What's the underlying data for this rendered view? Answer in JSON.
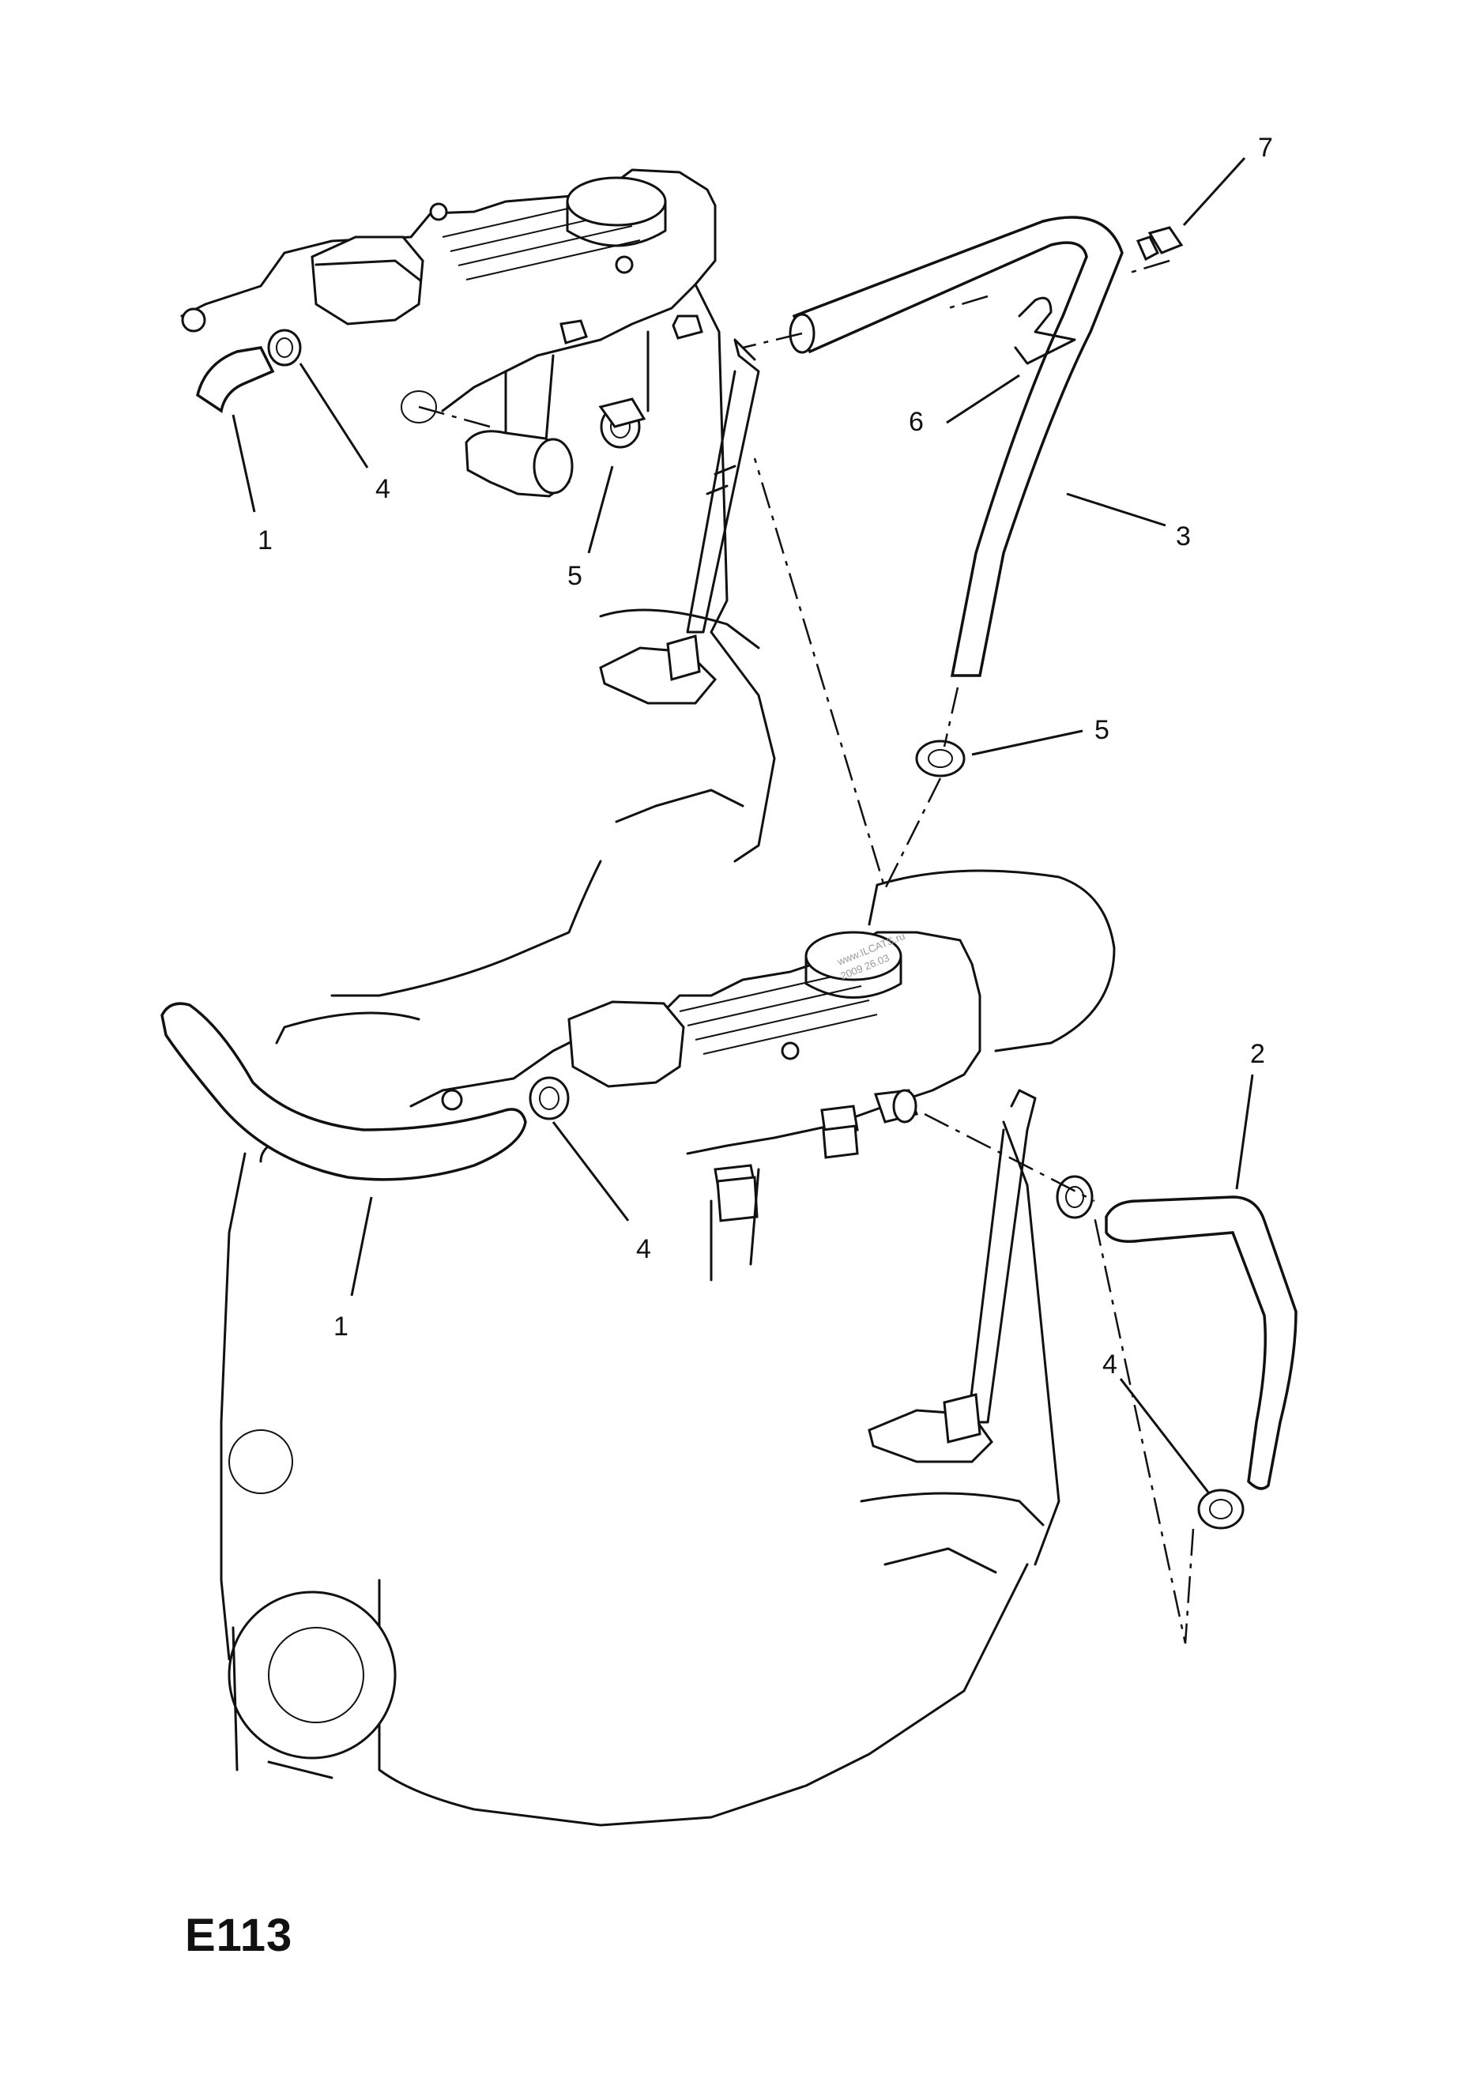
{
  "diagram_code": "E113",
  "watermark": [
    "www.ILCATS.ru",
    "2009 26.03"
  ],
  "callouts": [
    {
      "id": "c7-top",
      "number": "7"
    },
    {
      "id": "c6-top",
      "number": "6"
    },
    {
      "id": "c3-top",
      "number": "3"
    },
    {
      "id": "c5-top-left",
      "number": "5"
    },
    {
      "id": "c5-top-right",
      "number": "5"
    },
    {
      "id": "c4-top",
      "number": "4"
    },
    {
      "id": "c1-top",
      "number": "1"
    },
    {
      "id": "c2-bottom",
      "number": "2"
    },
    {
      "id": "c4-bottom-left",
      "number": "4"
    },
    {
      "id": "c4-bottom-right",
      "number": "4"
    },
    {
      "id": "c1-bottom",
      "number": "1"
    }
  ]
}
